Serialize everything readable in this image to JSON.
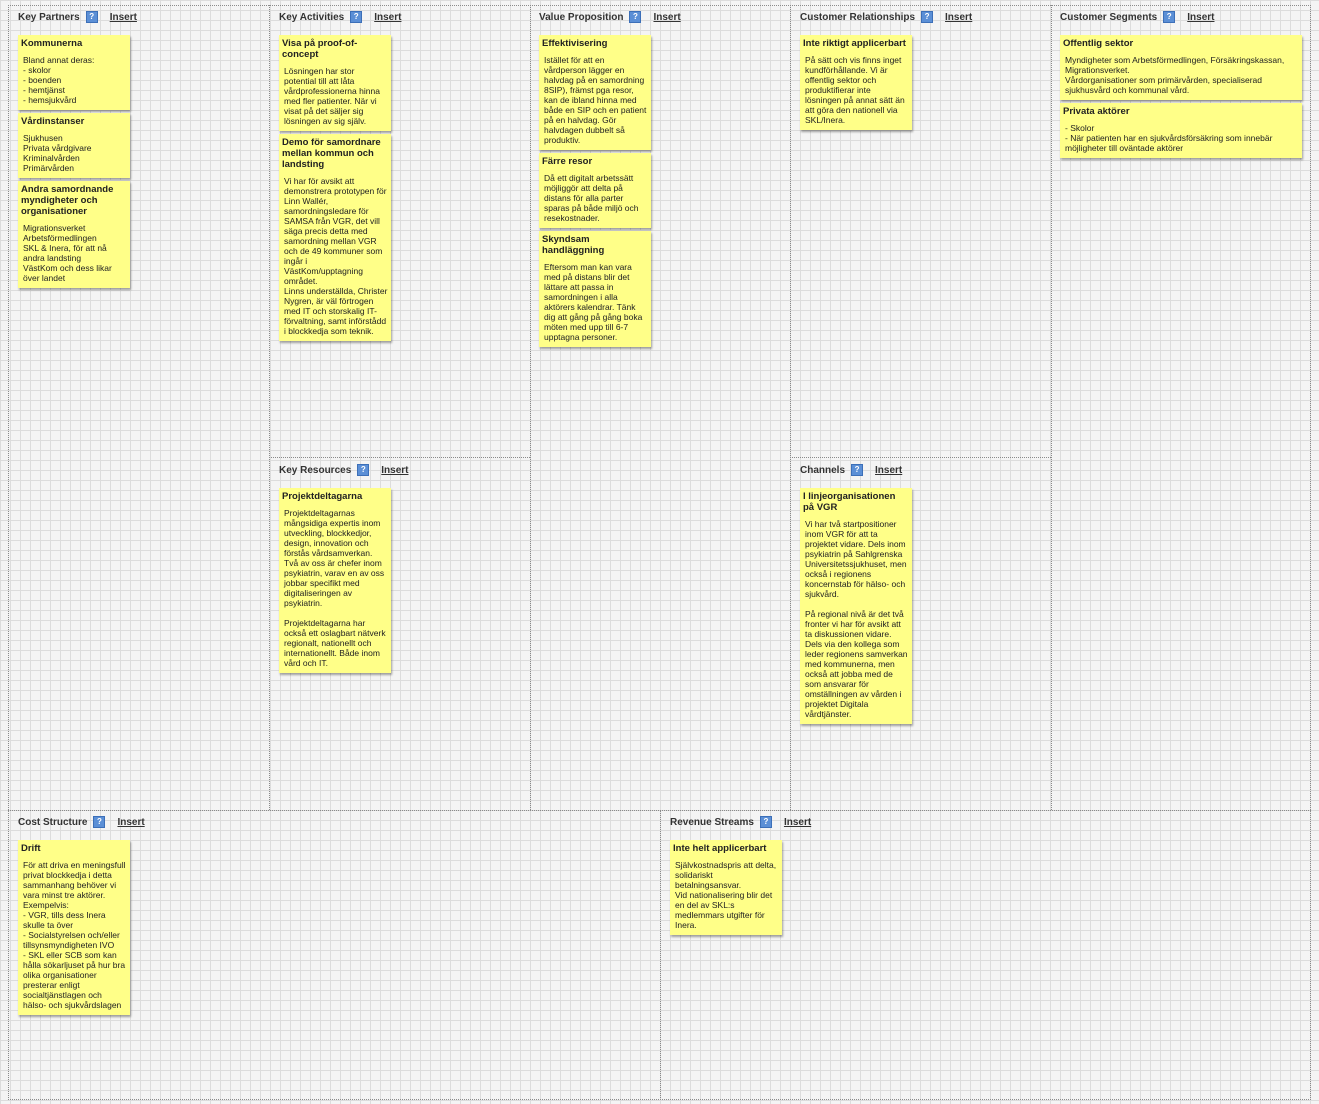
{
  "insert_label": "Insert",
  "help_label": "?",
  "sections": {
    "key_partners": {
      "title": "Key Partners",
      "notes": [
        {
          "title": "Kommunerna",
          "body": "Bland annat deras:\n- skolor\n- boenden\n- hemtjänst\n- hemsjukvård"
        },
        {
          "title": "Vårdinstanser",
          "body": "Sjukhusen\nPrivata vårdgivare\nKriminalvården\nPrimärvården"
        },
        {
          "title": "Andra samordnande myndigheter och organisationer",
          "body": "Migrationsverket\nArbetsförmedlingen\nSKL & Inera, för att nå andra landsting\nVästKom och dess likar över landet"
        }
      ]
    },
    "key_activities": {
      "title": "Key Activities",
      "notes": [
        {
          "title": "Visa på proof-of-concept",
          "body": "Lösningen har stor potential till att låta vårdprofessionerna hinna med fler patienter. När vi visat på det säljer sig lösningen av sig själv."
        },
        {
          "title": "Demo för samordnare mellan kommun och landsting",
          "body": "Vi har för avsikt att demonstrera prototypen för Linn Wallér, samordningsledare för SAMSA från VGR, det vill säga precis detta med samordning mellan VGR och de 49 kommuner som ingår i VästKom/upptagning området.\nLinns underställda, Christer Nygren, är väl förtrogen med IT och storskalig IT-förvaltning, samt införstådd i blockkedja som teknik."
        }
      ]
    },
    "key_resources": {
      "title": "Key Resources",
      "notes": [
        {
          "title": "Projektdeltagarna",
          "body": "Projektdeltagarnas mångsidiga expertis inom utveckling, blockkedjor, design, innovation och förstås vårdsamverkan.\nTvå av oss är chefer inom psykiatrin, varav en av oss jobbar specifikt med digitaliseringen av psykiatrin.\n\nProjektdeltagarna har också ett oslagbart nätverk regionalt, nationellt och internationellt. Både inom vård och IT."
        }
      ]
    },
    "value_proposition": {
      "title": "Value Proposition",
      "notes": [
        {
          "title": "Effektivisering",
          "body": "Istället för att en vårdperson lägger en halvdag på en samordning 8SIP), främst pga resor, kan de ibland hinna med både en SIP och en patient på en halvdag. Gör halvdagen dubbelt så produktiv."
        },
        {
          "title": "Färre resor",
          "body": "Då ett digitalt arbetssätt möjliggör att delta på distans för alla parter sparas på både miljö och resekostnader."
        },
        {
          "title": "Skyndsam handläggning",
          "body": "Eftersom man kan vara med på distans blir det lättare att passa in samordningen i alla aktörers kalendrar. Tänk dig att gång på gång boka möten med upp till 6-7 upptagna personer."
        }
      ]
    },
    "customer_relationships": {
      "title": "Customer Relationships",
      "notes": [
        {
          "title": "Inte riktigt applicerbart",
          "body": "På sätt och vis finns inget kundförhållande. Vi är offentlig sektor och produktifierar inte lösningen på annat sätt än att göra den nationell via SKL/Inera."
        }
      ]
    },
    "channels": {
      "title": "Channels",
      "notes": [
        {
          "title": "I linjeorganisationen på VGR",
          "body": "Vi har två startpositioner inom VGR för att ta projektet vidare. Dels inom psykiatrin på Sahlgrenska Universitetssjukhuset, men också i regionens koncernstab för hälso- och sjukvård.\n\nPå regional nivå är det två fronter vi har för avsikt att ta diskussionen vidare. Dels via den kollega som leder regionens samverkan med kommunerna, men också att jobba med de som ansvarar för omställningen av vården i projektet Digitala vårdtjänster."
        }
      ]
    },
    "customer_segments": {
      "title": "Customer Segments",
      "notes": [
        {
          "title": "Offentlig sektor",
          "body": "Myndigheter som Arbetsförmedlingen, Försäkringskassan, Migrationsverket.\nVårdorganisationer som primärvården, specialiserad sjukhusvård och kommunal vård."
        },
        {
          "title": "Privata aktörer",
          "body": "- Skolor\n- När patienten har en sjukvårdsförsäkring som innebär möjligheter till oväntade aktörer"
        }
      ]
    },
    "cost_structure": {
      "title": "Cost Structure",
      "notes": [
        {
          "title": "Drift",
          "body": "För att driva en meningsfull privat blockkedja i detta sammanhang behöver vi vara minst tre aktörer.\nExempelvis:\n- VGR, tills dess Inera skulle ta över\n- Socialstyrelsen och/eller tillsynsmyndigheten IVO\n- SKL eller SCB som kan hålla sökarljuset på hur bra olika organisationer presterar enligt socialtjänstlagen och hälso- och sjukvårdslagen"
        }
      ]
    },
    "revenue_streams": {
      "title": "Revenue Streams",
      "notes": [
        {
          "title": "Inte helt applicerbart",
          "body": "Självkostnadspris att delta, solidariskt betalningsansvar.\nVid nationalisering blir det en del av SKL:s medlemmars utgifter för Inera."
        }
      ]
    }
  }
}
